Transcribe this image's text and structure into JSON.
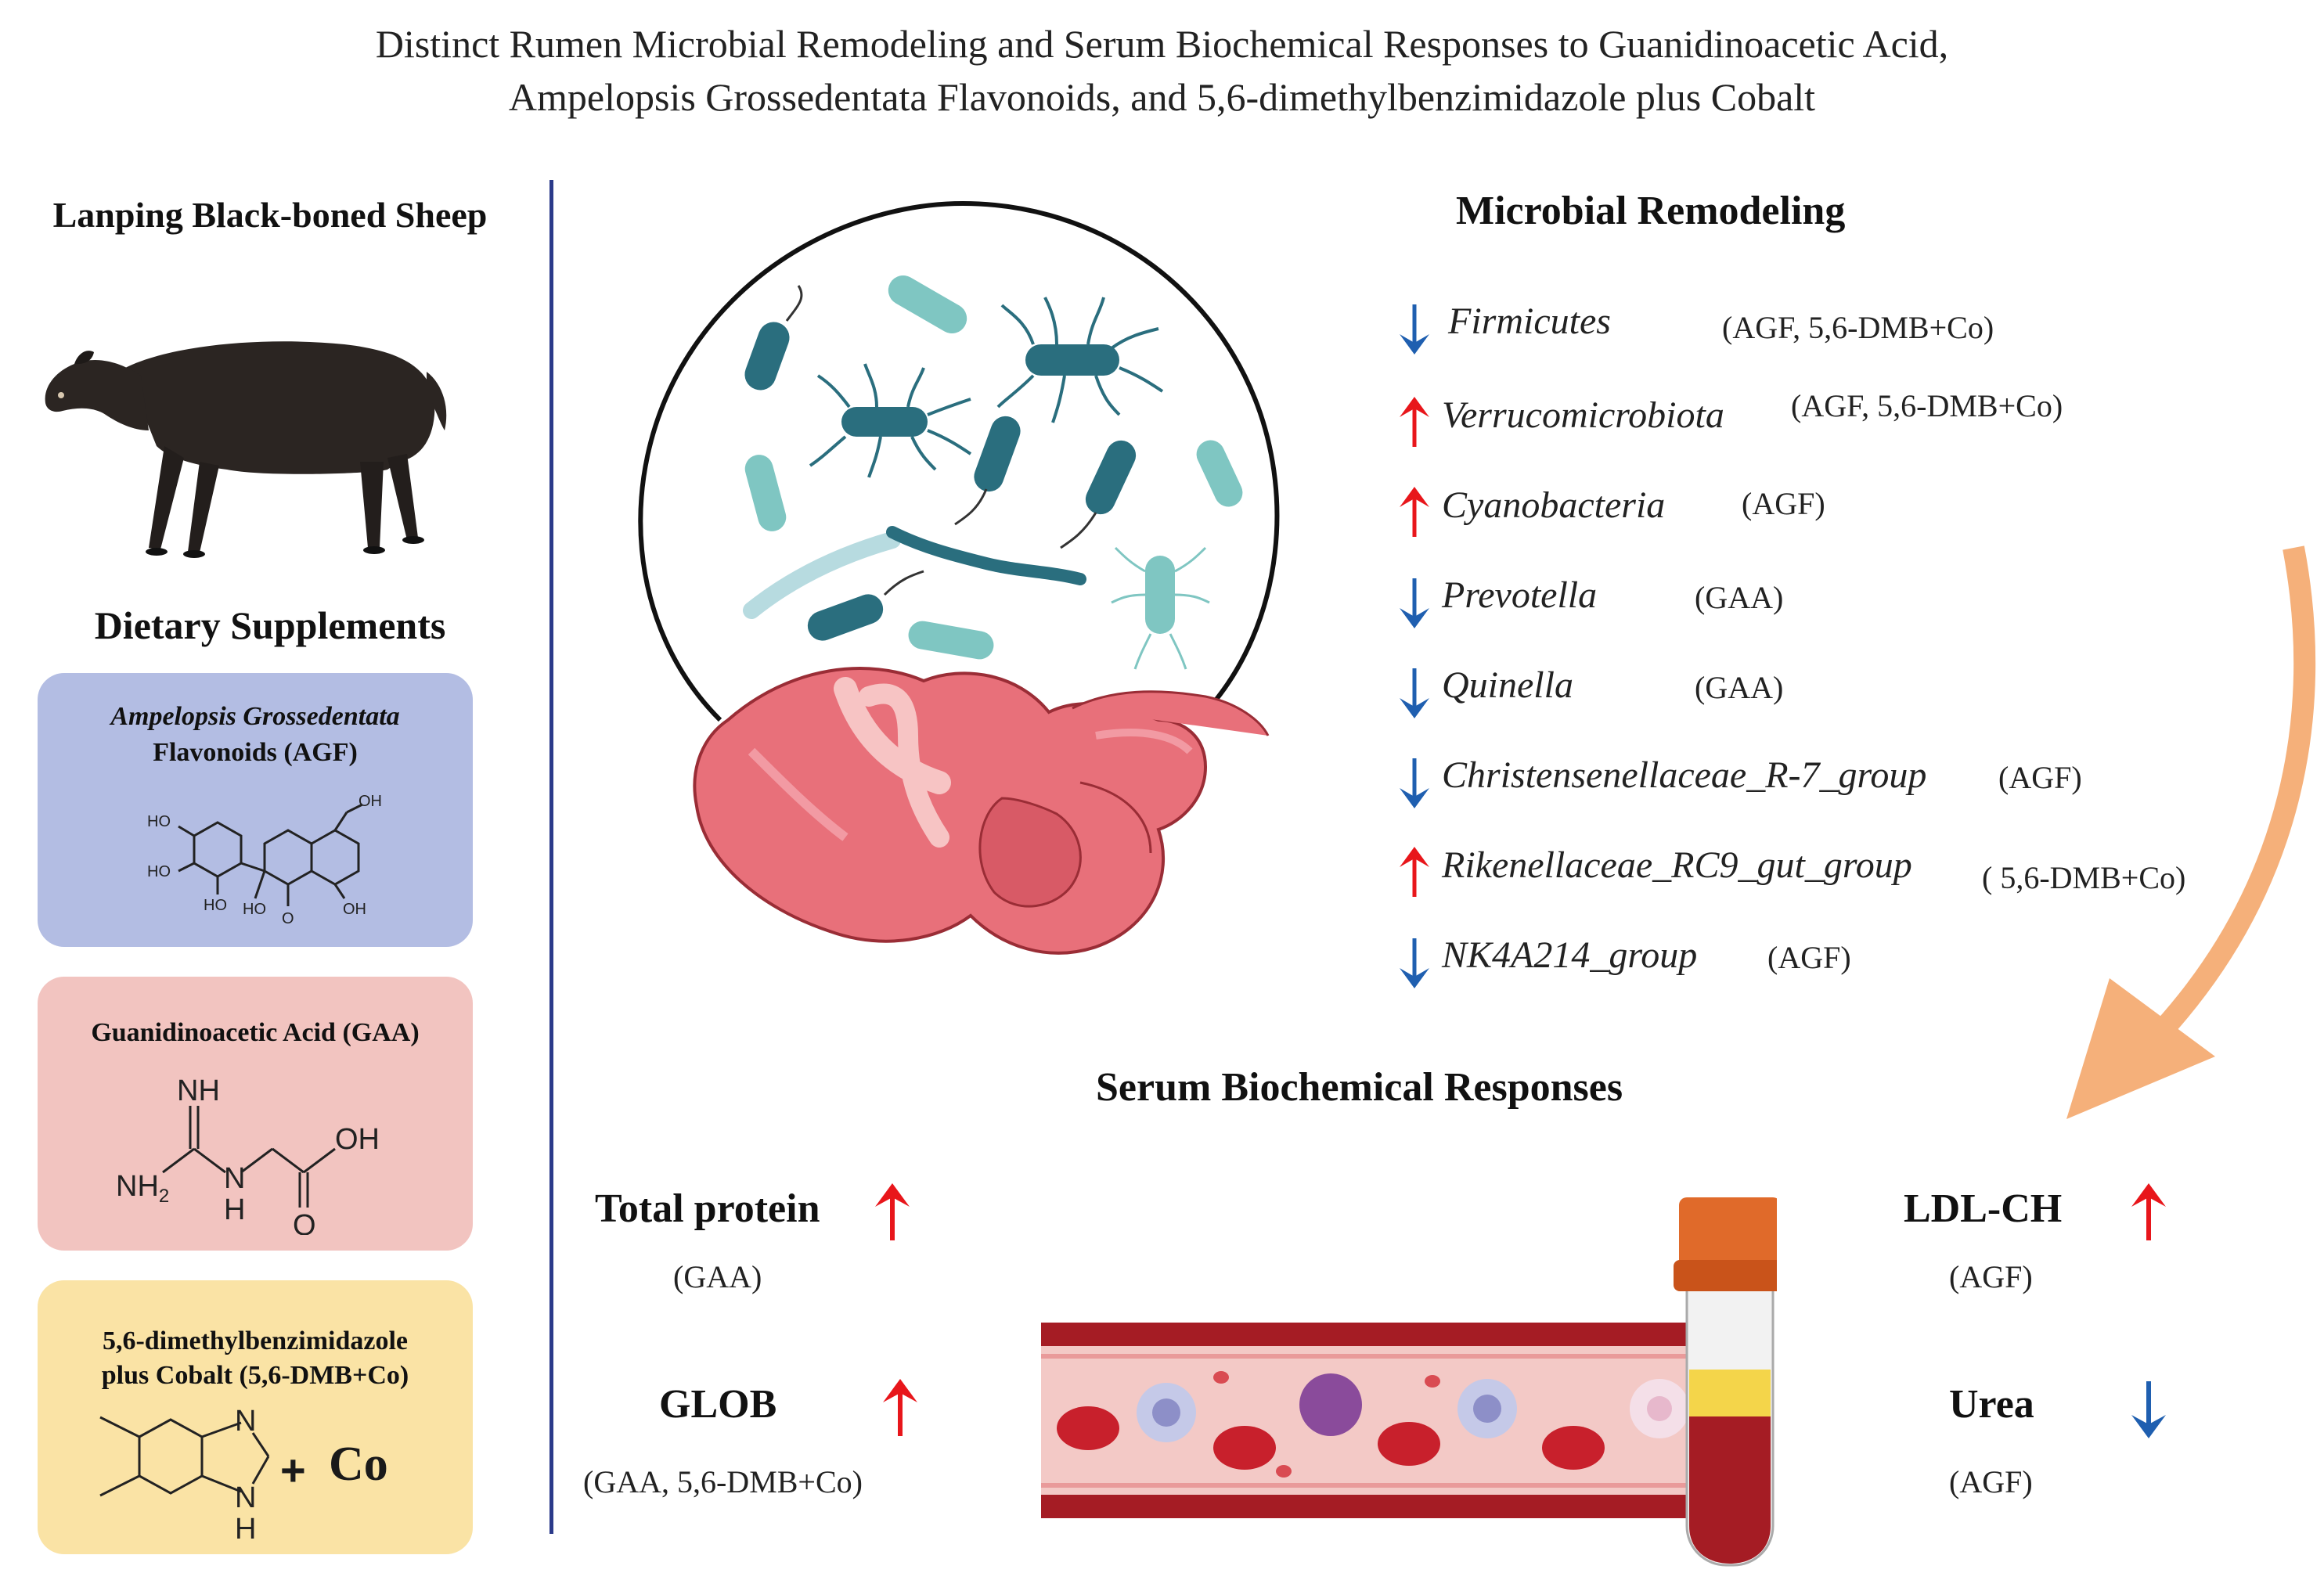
{
  "title": {
    "line1": "Distinct Rumen Microbial Remodeling and Serum Biochemical Responses to  Guanidinoacetic Acid,",
    "line2": "Ampelopsis Grossedentata Flavonoids, and 5,6-dimethylbenzimidazole plus Cobalt"
  },
  "left": {
    "sheep_header": "Lanping Black-boned Sheep",
    "supplements_header": "Dietary Supplements",
    "agf": {
      "line1": "Ampelopsis Grossedentata",
      "line2": "Flavonoids (AGF)",
      "color": "#b3bde3"
    },
    "gaa": {
      "line1": "Guanidinoacetic Acid (GAA)",
      "color": "#f2c4c0"
    },
    "dmb": {
      "line1": "5,6-dimethylbenzimidazole",
      "line2": "plus Cobalt (5,6-DMB+Co)",
      "plus": "+",
      "co": "Co",
      "color": "#fae3a5"
    },
    "chem": {
      "ho": "HO",
      "oh": "OH",
      "o": "O",
      "nh": "NH",
      "n": "N",
      "h": "H",
      "nh2": "NH",
      "sub2": "2"
    }
  },
  "microbial": {
    "header": "Microbial Remodeling",
    "items": [
      {
        "taxon": "Firmicutes",
        "group": "(AGF, 5,6-DMB+Co)",
        "direction": "down"
      },
      {
        "taxon": "Verrucomicrobiota",
        "group": "(AGF, 5,6-DMB+Co)",
        "direction": "up"
      },
      {
        "taxon": "Cyanobacteria",
        "group": "(AGF)",
        "direction": "up"
      },
      {
        "taxon": "Prevotella",
        "group": "(GAA)",
        "direction": "down"
      },
      {
        "taxon": "Quinella",
        "group": "(GAA)",
        "direction": "down"
      },
      {
        "taxon": "Christensenellaceae_R-7_group",
        "group": "(AGF)",
        "direction": "down"
      },
      {
        "taxon": "Rikenellaceae_RC9_gut_group",
        "group": "( 5,6-DMB+Co)",
        "direction": "up"
      },
      {
        "taxon": "NK4A214_group",
        "group": "(AGF)",
        "direction": "down"
      }
    ]
  },
  "serum": {
    "header": "Serum Biochemical Responses",
    "total_protein": {
      "label": "Total protein",
      "group": "(GAA)",
      "direction": "up"
    },
    "glob": {
      "label": "GLOB",
      "group": "(GAA, 5,6-DMB+Co)",
      "direction": "up"
    },
    "ldl": {
      "label": "LDL-CH",
      "group": "(AGF)",
      "direction": "up"
    },
    "urea": {
      "label": "Urea",
      "group": "(AGF)",
      "direction": "down"
    }
  },
  "colors": {
    "up": "#e8161b",
    "down": "#1f5fb0",
    "divider": "#2b3a8a",
    "curve_arrow": "#f5b07a",
    "stomach": "#e8707a",
    "bacteria_dark": "#2a6e7e",
    "bacteria_light": "#7fc6c2"
  }
}
